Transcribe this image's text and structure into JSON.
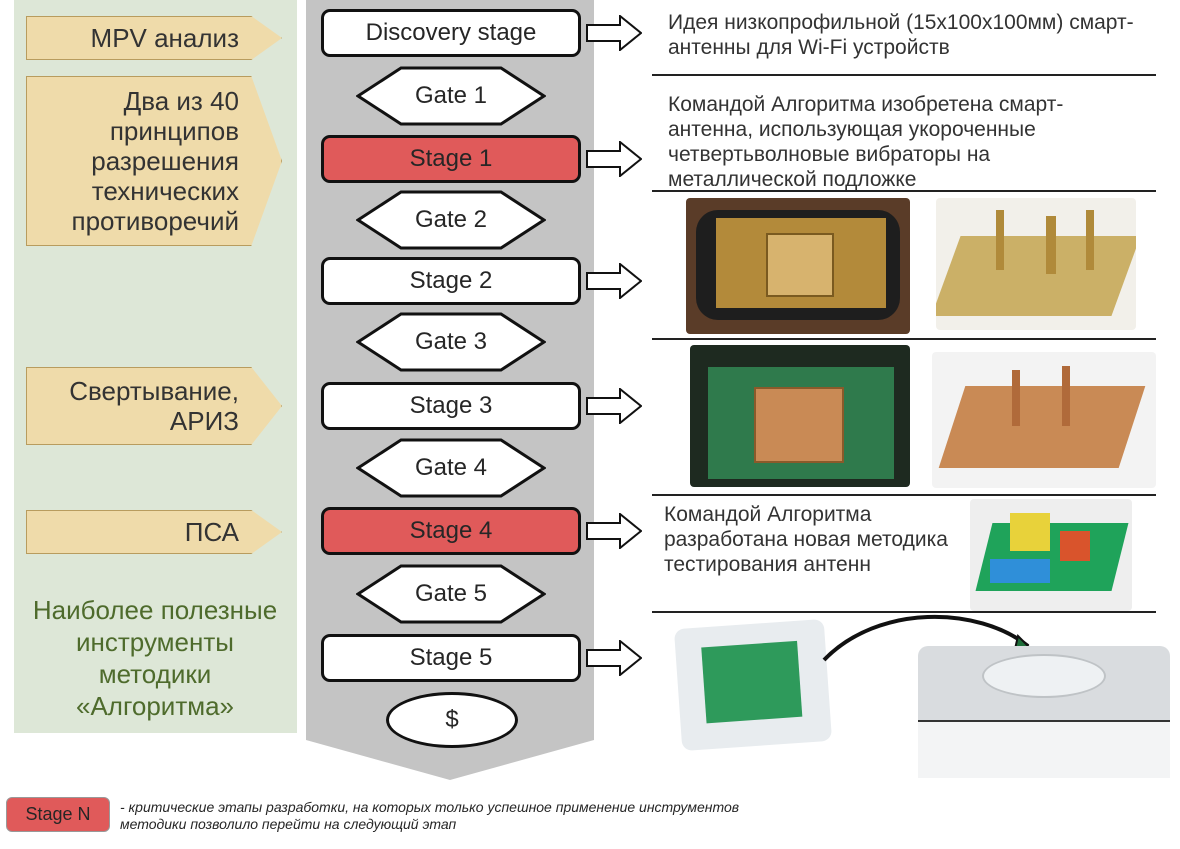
{
  "left_tags": [
    {
      "label": "MPV анализ"
    },
    {
      "label": "Два из 40 принципов разрешения технических противоречий"
    },
    {
      "label": "Свертывание, АРИЗ"
    },
    {
      "label": "ПСА"
    }
  ],
  "left_caption": "Наиболее полезные инструменты методики «Алгоритма»",
  "stages": [
    {
      "label": "Discovery stage",
      "critical": false
    },
    {
      "label": "Stage 1",
      "critical": true
    },
    {
      "label": "Stage 2",
      "critical": false
    },
    {
      "label": "Stage 3",
      "critical": false
    },
    {
      "label": "Stage 4",
      "critical": true
    },
    {
      "label": "Stage 5",
      "critical": false
    }
  ],
  "gates": [
    {
      "label": "Gate 1"
    },
    {
      "label": "Gate 2"
    },
    {
      "label": "Gate 3"
    },
    {
      "label": "Gate 4"
    },
    {
      "label": "Gate 5"
    }
  ],
  "end_node": "$",
  "descriptions": {
    "discovery": "Идея низкопрофильной (15х100х100мм) смарт-антенны для Wi-Fi устройств",
    "stage1": "Командой Алгоритма изобретена смарт-антенна, использующая укороченные четвертьволновые вибраторы на металлической подложке",
    "stage4": "Командой Алгоритма разработана новая методика тестирования антенн"
  },
  "legend": {
    "box_label": "Stage N",
    "text": "- критические этапы разработки, на которых только успешное применение инструментов методики позволило перейти на следующий этап"
  },
  "colors": {
    "critical": "#e05a5a",
    "tag_fill": "#efdbaa",
    "panel": "#dde7d7",
    "spine": "#c4c4c4"
  }
}
